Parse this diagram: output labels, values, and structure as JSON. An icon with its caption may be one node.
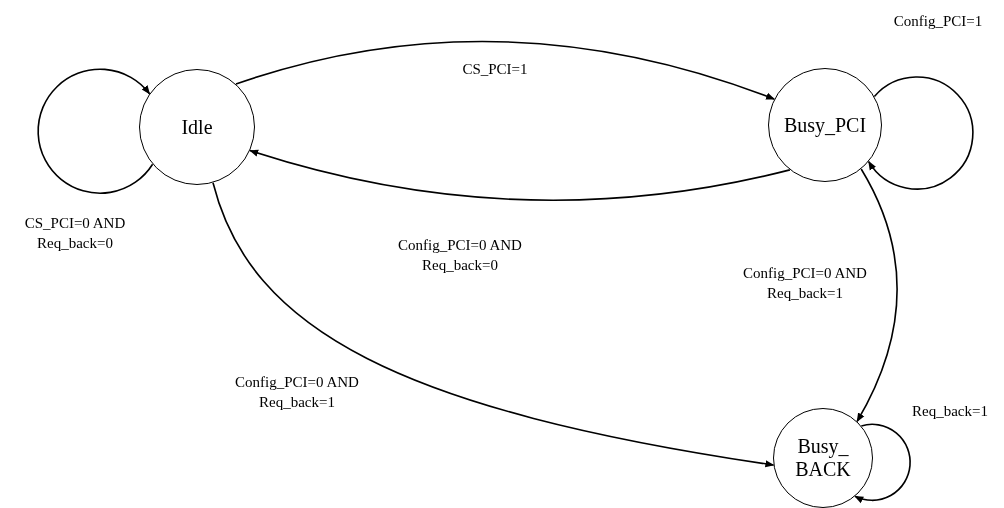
{
  "diagram": {
    "nodes": [
      {
        "text": [
          "Idle"
        ]
      },
      {
        "text": [
          "Busy_PCI"
        ]
      },
      {
        "text": [
          "Busy_ BACK"
        ]
      }
    ],
    "edges": [
      {
        "from": 0,
        "to": 0,
        "arrow": "to",
        "label": "CS_PCI=0 AND Req_back=0"
      },
      {
        "from": 0,
        "to": 1,
        "arrow": "to",
        "label": "CS_PCI=1"
      },
      {
        "from": 1,
        "to": 1,
        "arrow": "to",
        "label": "Config_PCI=1"
      },
      {
        "from": 1,
        "to": 0,
        "arrow": "to",
        "label": "Config_PCI=0 AND Req_back=0"
      },
      {
        "from": 1,
        "to": 2,
        "arrow": "to",
        "label": "Config_PCI=0 AND Req_back=1"
      },
      {
        "from": 0,
        "to": 2,
        "arrow": "to",
        "label": "Config_PCI=0 AND Req_back=1"
      },
      {
        "from": 2,
        "to": 2,
        "arrow": "to",
        "label": "Req_back=1"
      }
    ]
  }
}
